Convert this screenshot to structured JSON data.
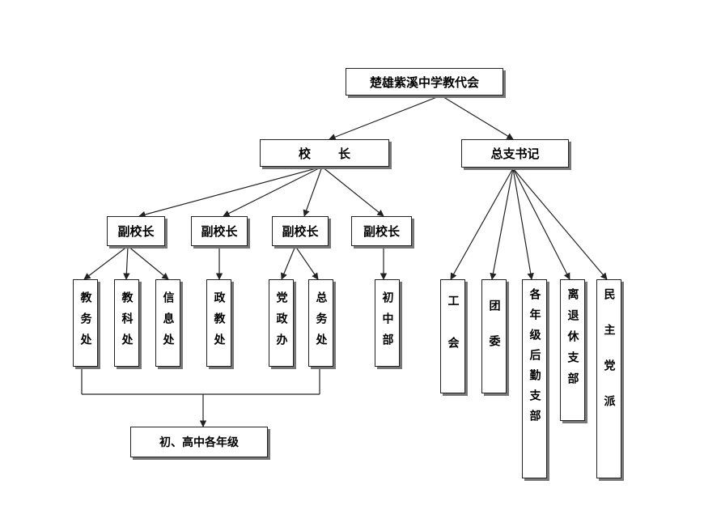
{
  "nodes": {
    "congress": "楚雄紫溪中学教代会",
    "principal": "校长",
    "party_secretary": "总支书记",
    "vp1": "副校长",
    "vp2": "副校长",
    "vp3": "副校长",
    "vp4": "副校长",
    "academic_affairs": "教务处",
    "research": "教科处",
    "information": "信息处",
    "political_education": "政教处",
    "party_office": "党政办",
    "general_affairs": "总务处",
    "junior_division": "初中部",
    "all_grades": "初、高中各年级",
    "union": "工会",
    "youth_league": "团委",
    "logistics_branch": "各年级后勤支部",
    "retired_branch": "离退休支部",
    "democratic_parties": "民主党派"
  }
}
